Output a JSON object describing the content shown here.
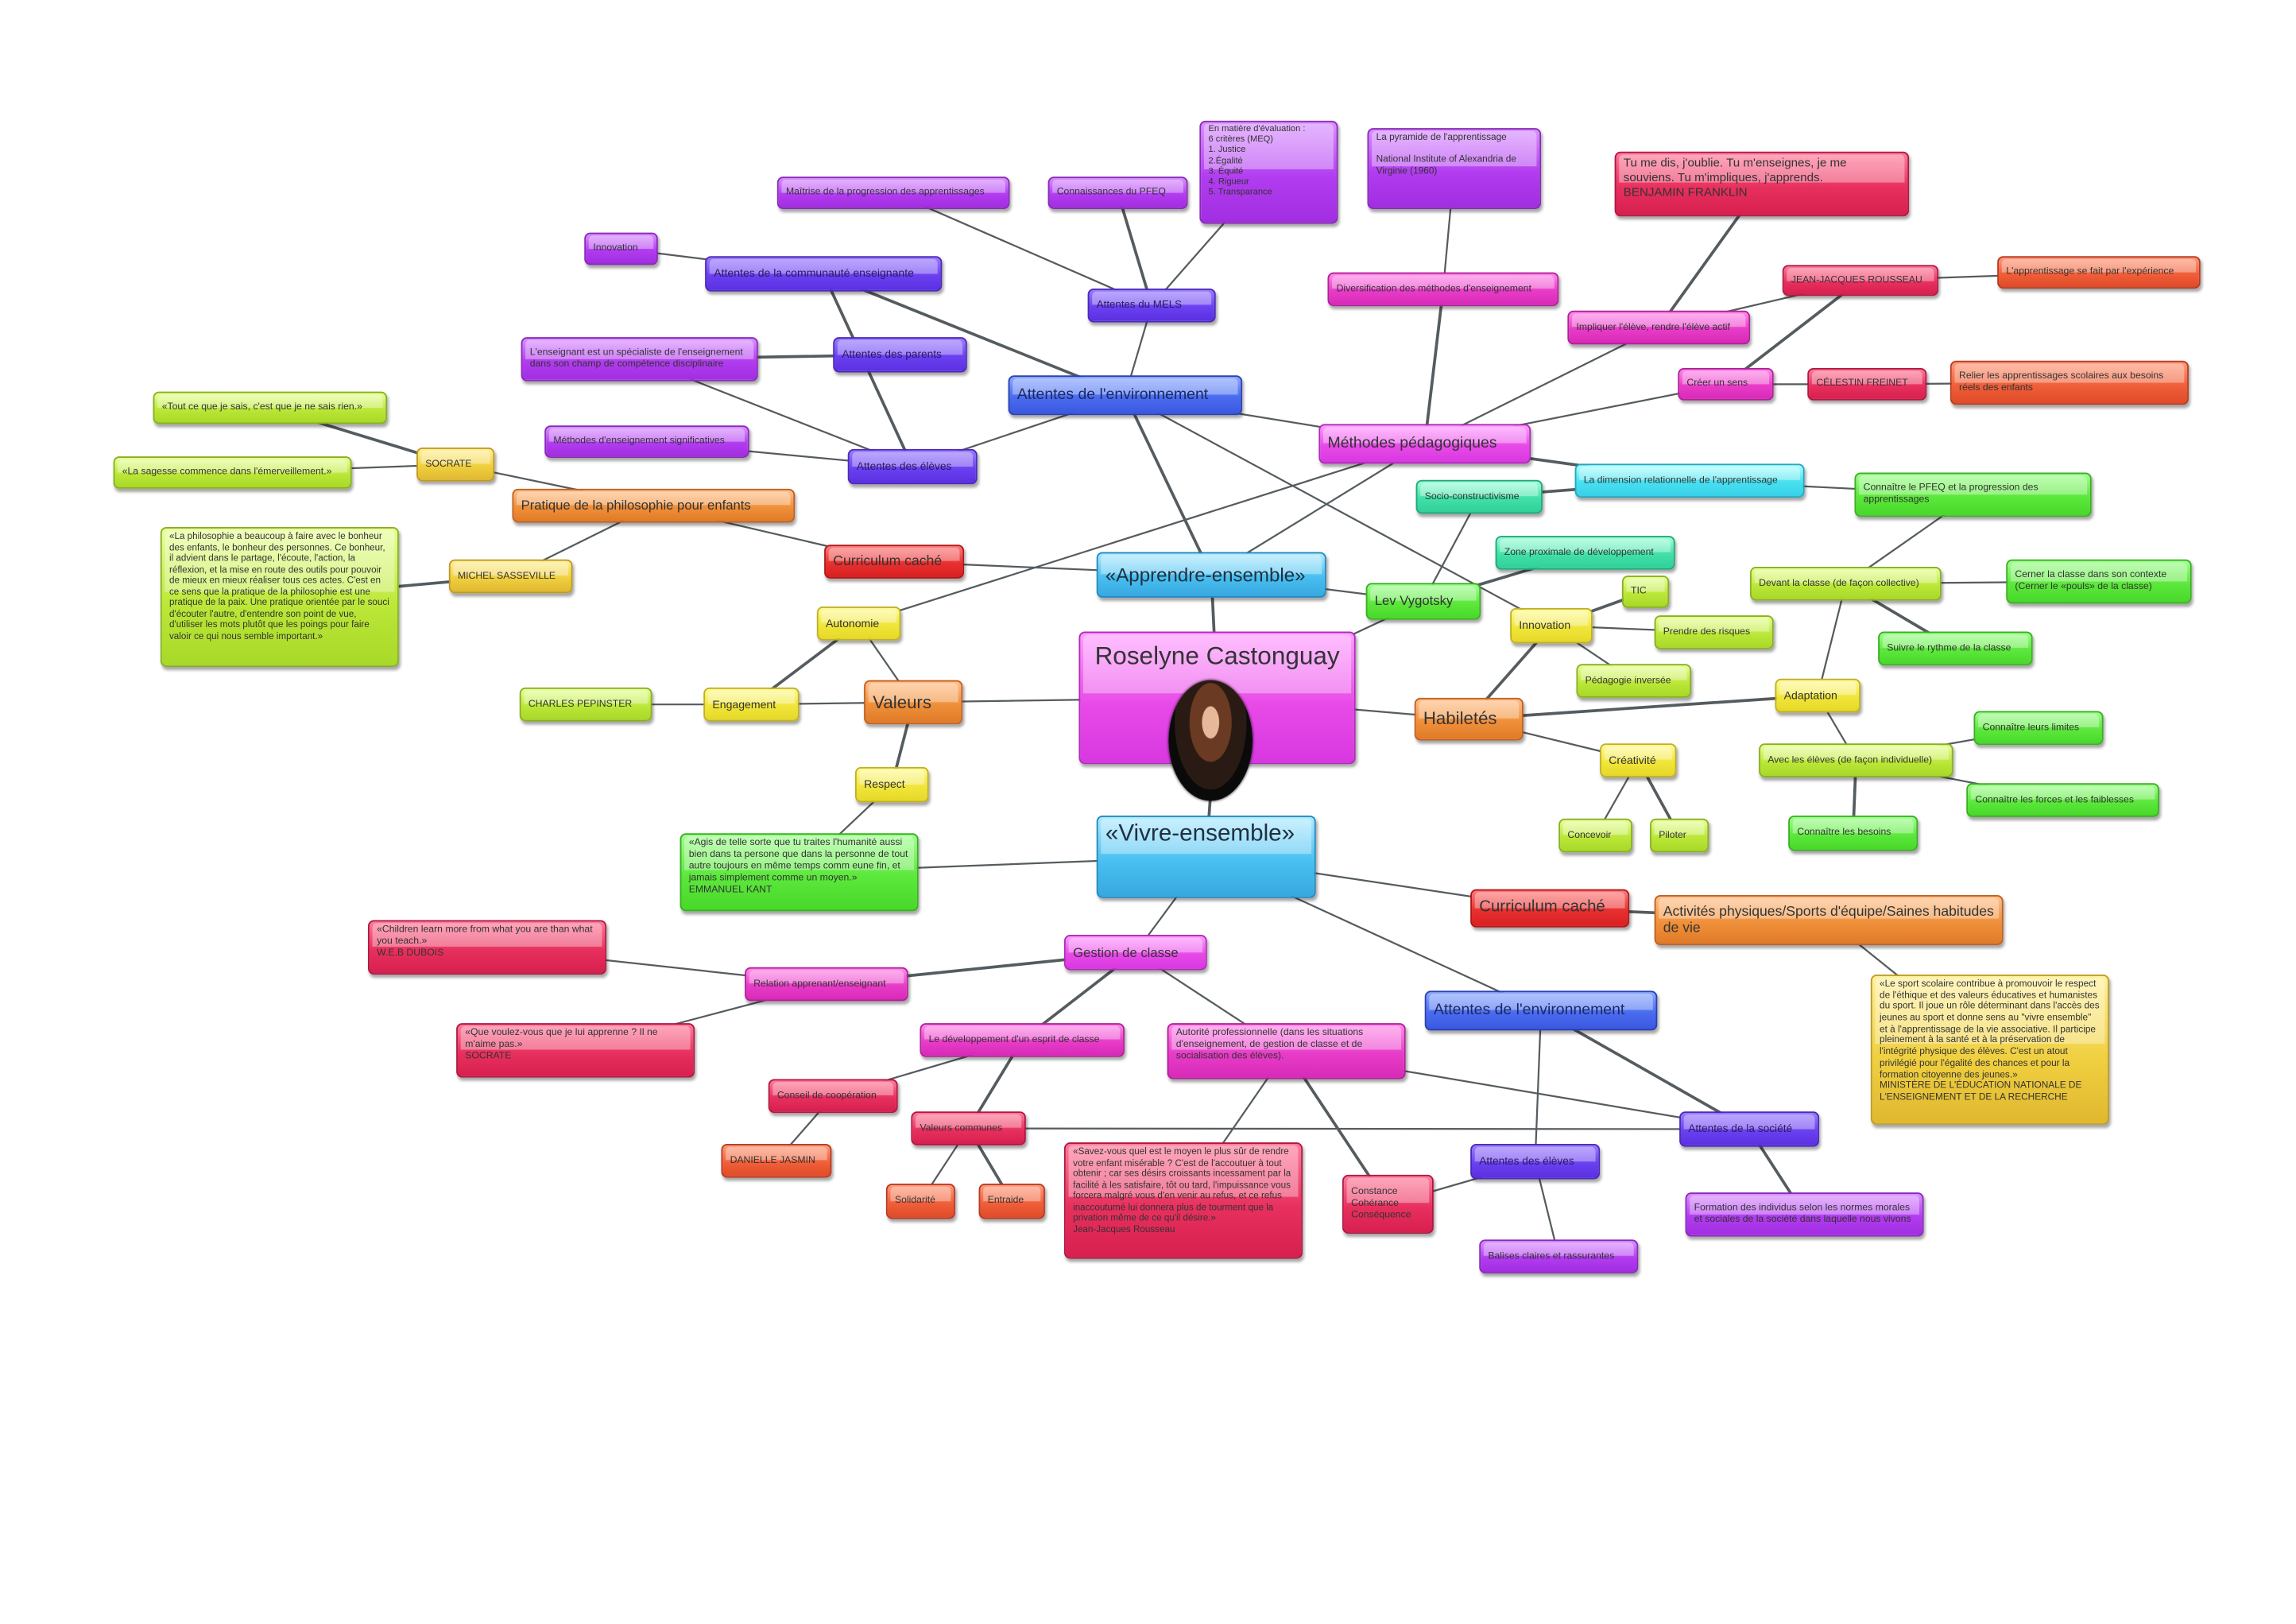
{
  "title": "Roselyne Castonguay",
  "photo_label": "photo",
  "nodes": {
    "maitrise": "Maîtrise de la progression des apprentissages",
    "connPFEQ": "Connaissances du PFEQ",
    "eval": "En matière d'évaluation :\n6 critères (MEQ)\n1. Justice\n2.Égalité\n3. Équité\n4. Rigueur\n5. Transparance",
    "pyramide": "La pyramide de l'apprentissage\n\nNational Institute of Alexandria de Virginie (1960)",
    "franklin": "Tu me dis, j'oublie. Tu m'enseignes, je me souviens. Tu m'impliques, j'apprends.\nBENJAMIN FRANKLIN",
    "innov1": "Innovation",
    "commun": "Attentes de la communauté enseignante",
    "mels": "Attentes du  MELS",
    "divers": "Diversification des méthodes d'enseignement",
    "rousseau": "JEAN-JACQUES ROUSSEAU",
    "experience": "L'apprentissage se fait par l'expérience",
    "impliquer": "Impliquer l'élève, rendre l'élève actif",
    "specialiste": "L'enseignant est un spécialiste de l'enseignement dans son champ de compétence disciplinaire",
    "parents": "Attentes des parents",
    "env1": "Attentes de l'environnement",
    "creer": "Créer un sens",
    "freinet": "CÉLESTIN FREINET",
    "relier": "Relier les apprentissages scolaires aux besoins réels des enfants",
    "tout": "«Tout ce que je sais, c'est que je ne sais rien.»",
    "methsig": "Méthodes d'enseignement significatives",
    "methped": "Méthodes pédagogiques",
    "socrate": "SOCRATE",
    "sagesse": "«La sagesse commence dans l'émerveillement.»",
    "eleves1": "Attentes des élèves",
    "socio": "Socio-constructivisme",
    "relation": "La dimension relationnelle de l'apprentissage",
    "connaitrePFEQ": "Connaître le PFEQ et la progression des apprentissages",
    "philo": "Pratique de la philosophie pour enfants",
    "zone": "Zone proximale de développement",
    "michel": "MICHEL SASSEVILLE",
    "philoquote": "«La philosophie a beaucoup à faire avec le bonheur des enfants, le bonheur des personnes. Ce bonheur, il advient dans le partage, l'écoute, l'action, la réflexion, et la mise en route des outils pour pouvoir de mieux en mieux réaliser tous ces actes. C'est en ce sens que la pratique de la philosophie est une pratique de la paix. Une pratique orientée par le souci d'écouter l'autre, d'entendre son point de vue, d'utiliser les mots plutôt que les poings pour faire valoir ce qui nous semble important.»",
    "curr1": "Curriculum caché",
    "apprendre": "«Apprendre-ensemble»",
    "vygotsky": "Lev Vygotsky",
    "tic": "TIC",
    "devant": "Devant la classe (de façon collective)",
    "cerner": "Cerner la classe dans son contexte (Cerner le «pouls» de la classe)",
    "autonomie": "Autonomie",
    "innov2": "Innovation",
    "risques": "Prendre des risques",
    "suivre": "Suivre le rythme de la classe",
    "pepinster": "CHARLES PEPINSTER",
    "engagement": "Engagement",
    "valeurs": "Valeurs",
    "pedinv": "Pédagogie inversée",
    "adaptation": "Adaptation",
    "habiletes": "Habiletés",
    "limites": "Connaître leurs limites",
    "creativite": "Créativité",
    "avec": "Avec les élèves (de façon individuelle)",
    "respect": "Respect",
    "forces": "Connaître les forces et les faiblesses",
    "concevoir": "Concevoir",
    "piloter": "Piloter",
    "besoins": "Connaître les besoins",
    "kant": "«Agis de telle sorte que tu traites l'humanité aussi bien dans ta persone que dans la personne de tout autre toujours en même temps comm eune fin, et jamais simplement comme un moyen.»\nEMMANUEL KANT",
    "vivre": "«Vivre-ensemble»",
    "curr2": "Curriculum caché",
    "sports": "Activités physiques/Sports d'équipe/Saines habitudes de vie",
    "dubois": "«Children learn more from what you are than what you teach.»\nW.E.B DUBOIS",
    "gestion": "Gestion de classe",
    "relapp": "Relation apprenant/enseignant",
    "env2": "Attentes de l'environnement",
    "que": "«Que voulez-vous que je lui apprenne ? Il ne m'aime pas.»\nSOCRATE",
    "dev": "Le développement d'un esprit de classe",
    "autorite": "Autorité professionnelle (dans les situations d'enseignement, de gestion de classe et de socialisation des élèves).",
    "sportquote": "«Le sport scolaire contribue à promouvoir le respect de l'éthique et des valeurs éducatives et humanistes du sport. Il joue un rôle déterminant dans l'accès des jeunes au sport et donne sens au \"vivre ensemble\" et à l'apprentissage de la vie associative. Il participe pleinement à la santé et à la préservation de l'intégrité physique des élèves. C'est un atout privilégié pour l'égalité des chances et pour la formation citoyenne des jeunes.»\nMINISTÈRE DE L'ÉDUCATION NATIONALE DE L'ENSEIGNEMENT ET DE LA RECHERCHE",
    "conseil": "Conseil de coopération",
    "valcomm": "Valeurs communes",
    "societe": "Attentes de la société",
    "jasmin": "DANIELLE JASMIN",
    "eleves2": "Attentes des élèves",
    "rousseauquote": "«Savez-vous quel est le moyen le plus sûr de rendre votre enfant misérable ? C'est de l'accoutuer à tout obtenir ; car ses désirs croissants incessament par la facilité à les satisfaire, tôt ou tard, l'impuissance vous forcera malgré vous d'en venir au refus, et ce refus inaccoutumé lui donnera plus de tourment que la privation même de ce qu'il désire.»\nJean-Jacques Rousseau",
    "solidarite": "Solidarité",
    "entraide": "Entraide",
    "constance": "Constance\nCohérance\nConséquence",
    "formation": "Formation des individus selon les normes morales et sociales de la société dans laquelle nous vivons",
    "balises": "Balises claires et rassurantes"
  }
}
